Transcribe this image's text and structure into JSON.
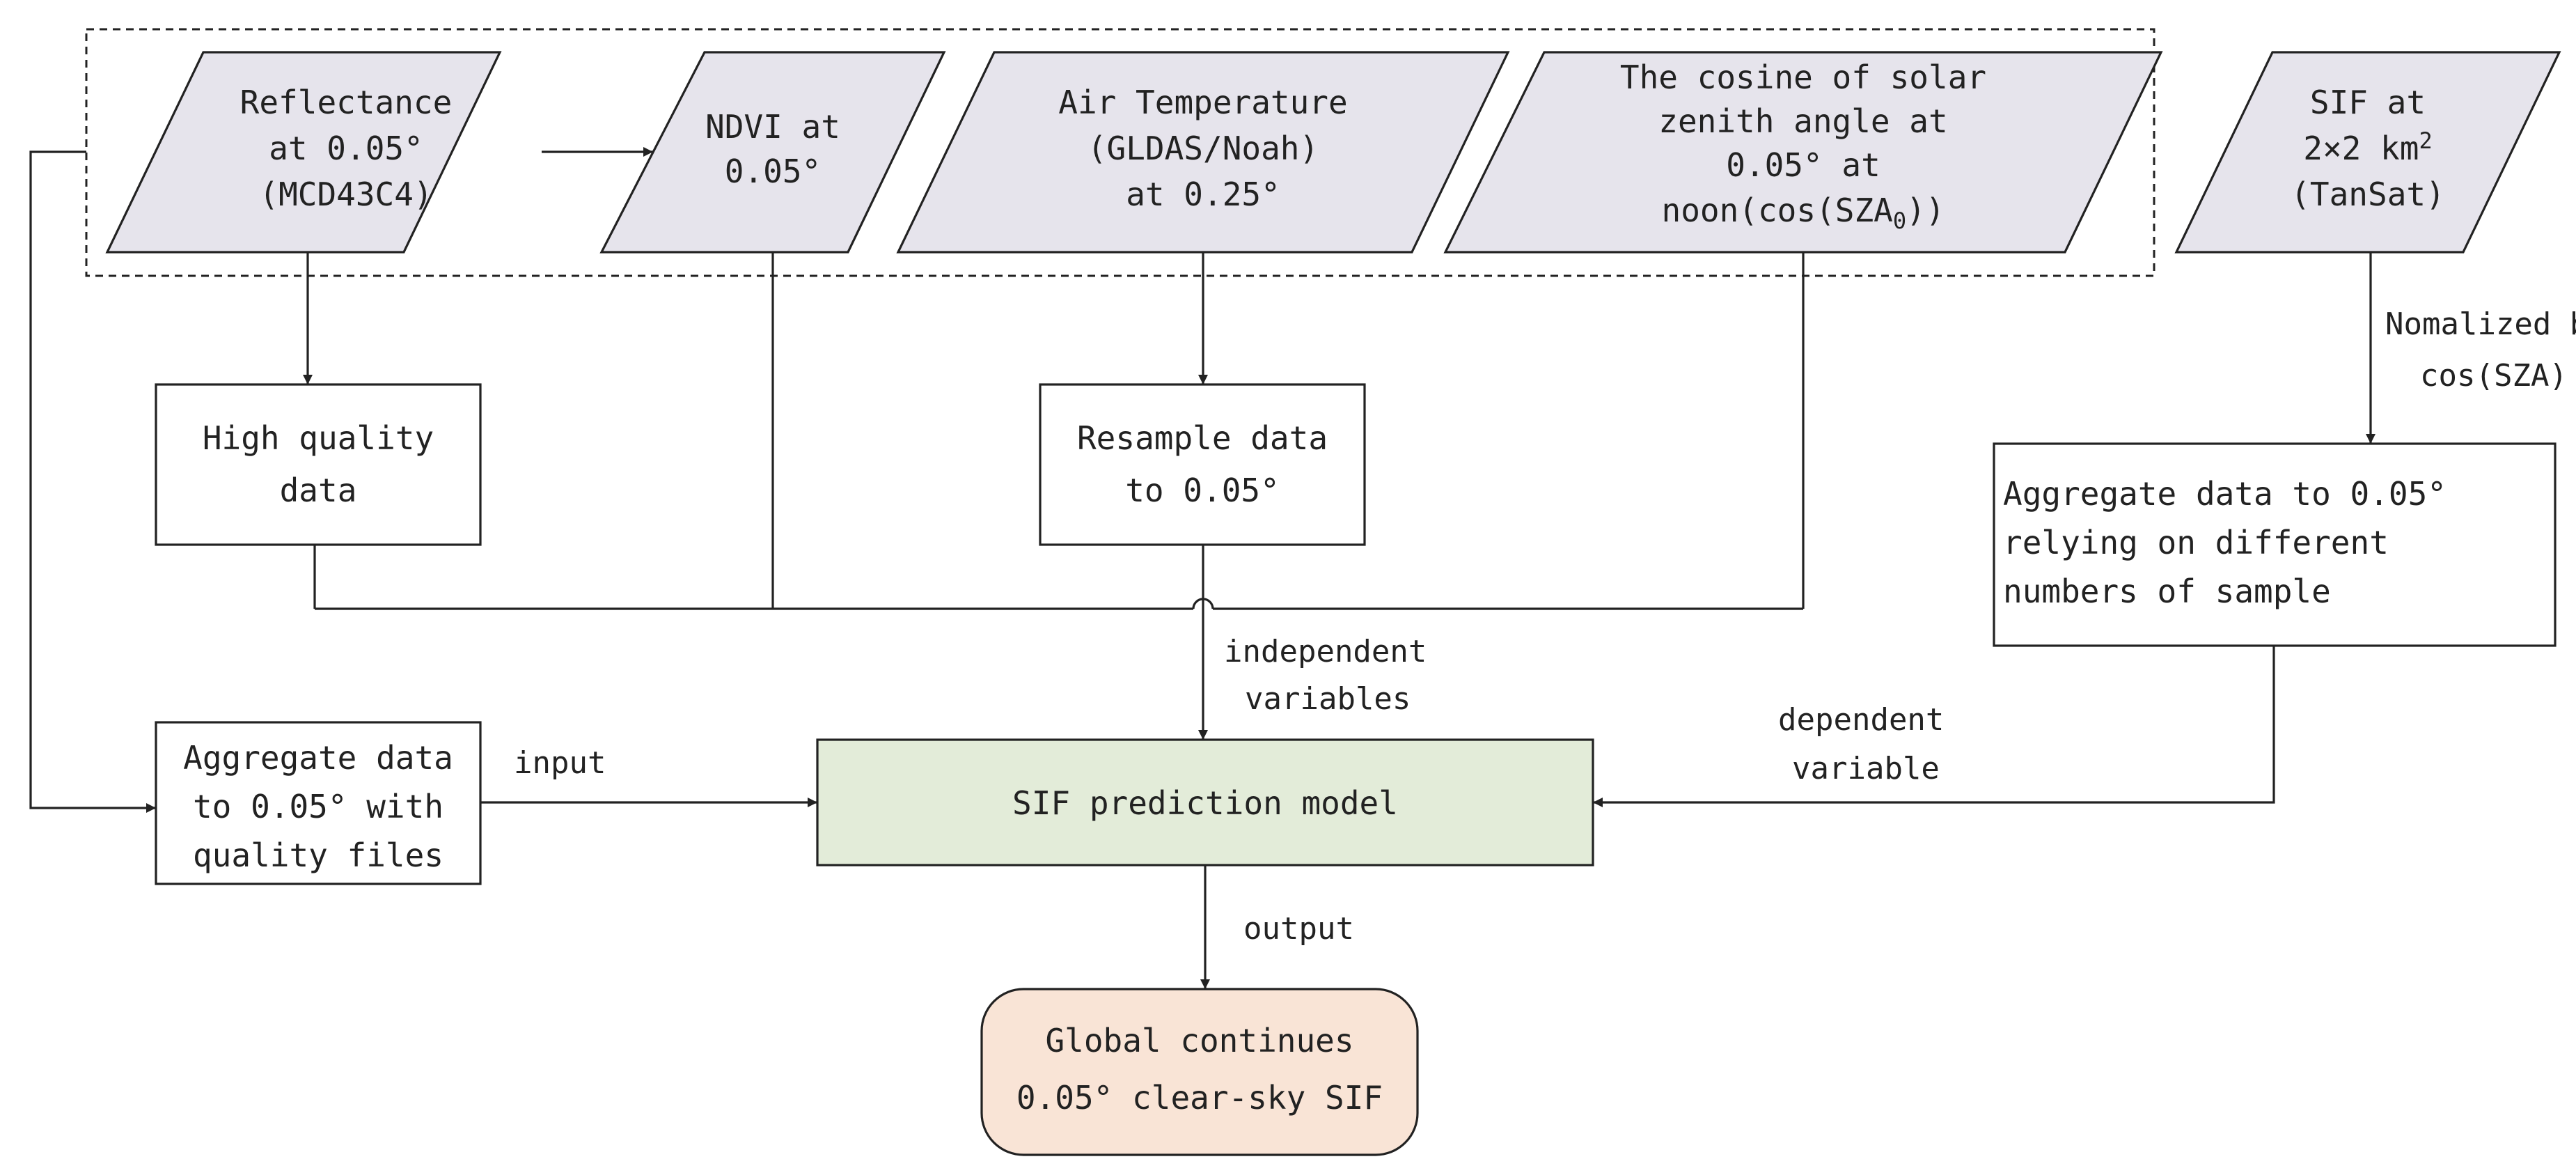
{
  "nodes": {
    "reflectance": {
      "lines": [
        "Reflectance",
        "at 0.05°",
        "(MCD43C4)"
      ]
    },
    "ndvi": {
      "lines": [
        "NDVI at",
        "0.05°"
      ]
    },
    "air_temp": {
      "lines": [
        "Air Temperature",
        "(GLDAS/Noah)",
        "at 0.25°"
      ]
    },
    "cosine_sza": {
      "lines": [
        "The cosine of solar",
        "zenith angle at",
        "0.05° at"
      ],
      "line4_prefix": "noon(cos(SZA",
      "line4_sub": "0",
      "line4_suffix": "))"
    },
    "sif_tansat": {
      "line1": "SIF at",
      "line2_prefix": "2×2 km",
      "line2_sup": "2",
      "line3": "(TanSat)"
    },
    "high_quality": {
      "lines": [
        "High quality",
        "data"
      ]
    },
    "resample": {
      "lines": [
        "Resample data",
        "to 0.05°"
      ]
    },
    "aggregate_samples": {
      "lines": [
        "Aggregate data to 0.05°",
        "relying on different",
        "numbers of sample"
      ]
    },
    "aggregate_quality": {
      "lines": [
        "Aggregate data",
        "to 0.05° with",
        "quality files"
      ]
    },
    "model": {
      "label": "SIF prediction model"
    },
    "output": {
      "lines": [
        "Global continues",
        "0.05° clear-sky SIF"
      ]
    }
  },
  "edge_labels": {
    "normalized": [
      "Nomalized by",
      "cos(SZA)"
    ],
    "independent": [
      "independent",
      "variables"
    ],
    "dependent": [
      "dependent",
      "variable"
    ],
    "input": "input",
    "output": "output"
  },
  "colors": {
    "input_parallelogram_fill": "#e6e4ec",
    "model_fill": "#e3ecd9",
    "output_fill": "#f9e4d6",
    "line": "#222222"
  }
}
